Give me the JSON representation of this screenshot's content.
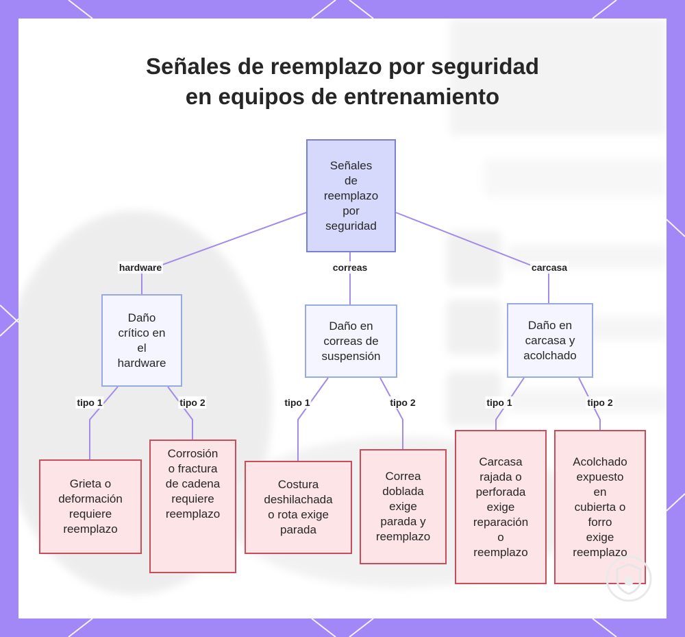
{
  "title": {
    "line1": "Señales de reemplazo por seguridad",
    "line2": "en equipos de entrenamiento"
  },
  "root": {
    "label": "Señales\nde\nreemplazo\npor\nseguridad"
  },
  "branches": [
    {
      "edge_label": "hardware",
      "label": "Daño\ncrítico en\nel\nhardware",
      "children": [
        {
          "edge_label": "tipo 1",
          "label": "Grieta o\ndeformación\nrequiere\nreemplazo"
        },
        {
          "edge_label": "tipo 2",
          "label": "Corrosión\no fractura\nde cadena\nrequiere\nreemplazo"
        }
      ]
    },
    {
      "edge_label": "correas",
      "label": "Daño en\ncorreas de\nsuspensión",
      "children": [
        {
          "edge_label": "tipo 1",
          "label": "Costura\ndeshilachada\no rota exige\nparada"
        },
        {
          "edge_label": "tipo 2",
          "label": "Correa\ndoblada\nexige\nparada y\nreemplazo"
        }
      ]
    },
    {
      "edge_label": "carcasa",
      "label": "Daño en\ncarcasa y\nacolchado",
      "children": [
        {
          "edge_label": "tipo 1",
          "label": "Carcasa\nrajada o\nperforada\nexige\nreparación\no\nreemplazo"
        },
        {
          "edge_label": "tipo 2",
          "label": "Acolchado\nexpuesto\nen\ncubierta o\nforro\nexige\nreemplazo"
        }
      ]
    }
  ],
  "colors": {
    "frame": "#a188f6",
    "edge": "#a48ae8",
    "root_fill": "#d6d9fc",
    "root_border": "#7b7fd1",
    "mid_fill": "#f4f5ff",
    "mid_border": "#96a9e2",
    "leaf_fill": "#fde4e7",
    "leaf_border": "#cc4b58"
  }
}
